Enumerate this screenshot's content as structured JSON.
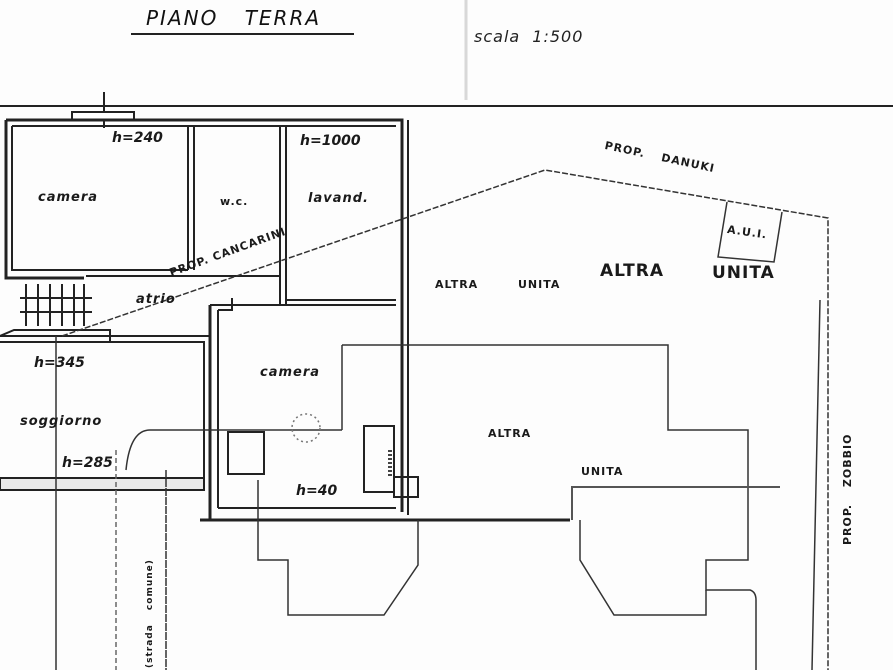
{
  "header": {
    "title": "PIANO TERRA",
    "scale": "scala 1:500"
  },
  "rooms": [
    {
      "id": "camera-1",
      "label": "camera",
      "height": "h=240"
    },
    {
      "id": "wc",
      "label": "w.c."
    },
    {
      "id": "lavanderia",
      "label": "lavand.",
      "height": "h=1000"
    },
    {
      "id": "atrio",
      "label": "atrio"
    },
    {
      "id": "soggiorno",
      "label": "soggiorno",
      "height_top": "h=345",
      "height_bottom": "h=285"
    },
    {
      "id": "camera-2",
      "label": "camera",
      "height": "h=40"
    }
  ],
  "neighbors": {
    "prop_cancarini": "PROP. CANCARINI",
    "prop_danuki": "PROP. DANUKI",
    "prop_zobbio": "PROP. ZOBBIO",
    "aui": "A.U.I.",
    "altra_unita_small": [
      "ALTRA",
      "UNITA"
    ],
    "altra_unita_big": [
      "ALTRA",
      "UNITA"
    ],
    "altra_unita_center": [
      "ALTRA",
      "UNITA"
    ],
    "strada_comune": "(strada comune)"
  },
  "colors": {
    "ink": "#1a1a1a",
    "paper": "#fdfdfd",
    "wall_fill": "#e6e6e6"
  }
}
